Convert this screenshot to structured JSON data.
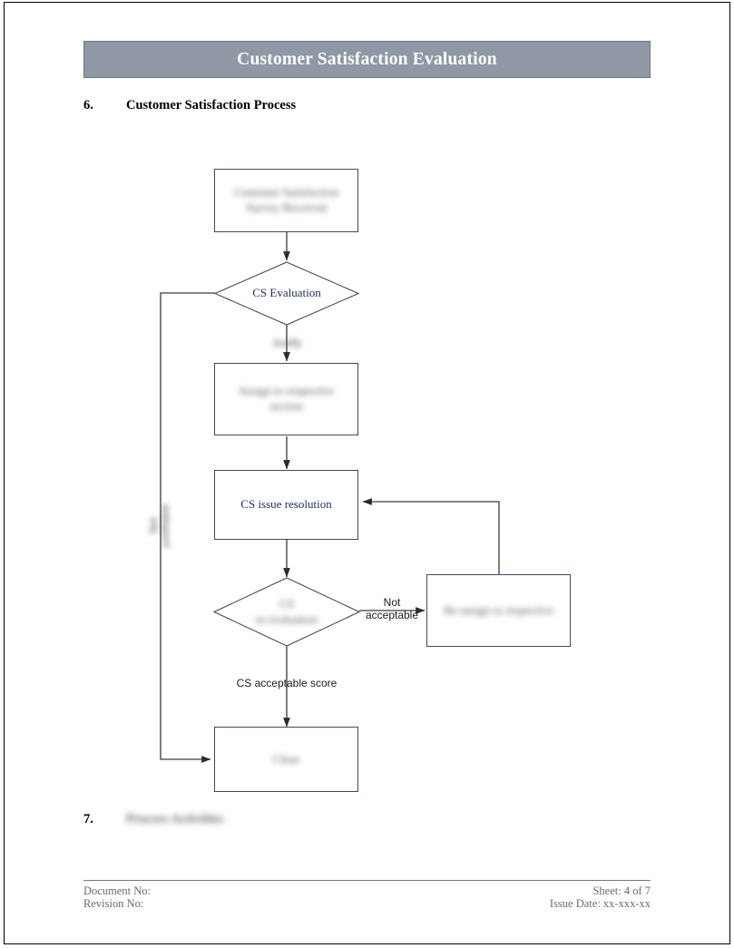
{
  "header": {
    "title": "Customer Satisfaction Evaluation"
  },
  "sections": [
    {
      "number": "6.",
      "title": "Customer Satisfaction Process"
    },
    {
      "number": "7.",
      "title": "Process Activities"
    }
  ],
  "flowchart": {
    "nodes": [
      {
        "id": "survey-received",
        "shape": "box",
        "label": "Customer Satisfaction\nSurvey Received"
      },
      {
        "id": "cs-evaluation",
        "shape": "diamond",
        "label": "CS Evaluation"
      },
      {
        "id": "assign-section",
        "shape": "box",
        "label": "Assign to respective\nsection"
      },
      {
        "id": "cs-issue-resolution",
        "shape": "box",
        "label": "CS issue resolution"
      },
      {
        "id": "cs-re-evaluation",
        "shape": "diamond",
        "label": "CS\nre-evaluation"
      },
      {
        "id": "re-assign",
        "shape": "box",
        "label": "Re-assign to respective"
      },
      {
        "id": "close",
        "shape": "box",
        "label": "Close"
      }
    ],
    "edge_labels": [
      {
        "id": "justify",
        "text": "Justify"
      },
      {
        "id": "not-justifiable",
        "text": "Not\njustifiable"
      },
      {
        "id": "not-acceptable",
        "text": "Not\nacceptable"
      },
      {
        "id": "cs-acceptable-score",
        "text": "CS acceptable score"
      }
    ]
  },
  "footer": {
    "document_no": "Document No:",
    "revision_no": "Revision No:",
    "sheet": "Sheet: 4 of 7",
    "issue_date": "Issue Date: xx-xxx-xx"
  },
  "colors": {
    "banner_fill": "#8f98a4",
    "banner_text": "#ffffff",
    "node_border": "#3c4a6b",
    "node_text": "#1f2d4d",
    "connector": "#3a3a3a",
    "footer_text": "#6b6b6b"
  }
}
